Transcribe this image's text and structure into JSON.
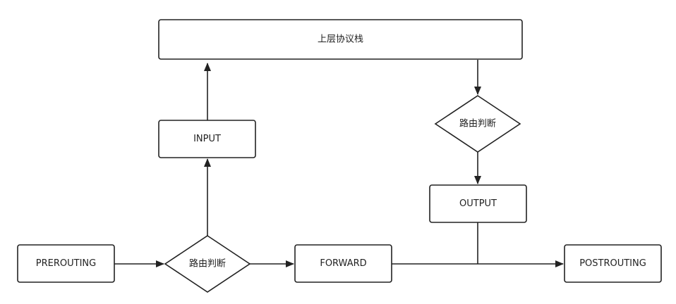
{
  "diagram": {
    "nodes": {
      "upper_stack": "上层协议栈",
      "route_decision_output": "路由判断",
      "input": "INPUT",
      "output": "OUTPUT",
      "prerouting": "PREROUTING",
      "route_decision_pre": "路由判断",
      "forward": "FORWARD",
      "postrouting": "POSTROUTING"
    },
    "edges": [
      {
        "from": "prerouting",
        "to": "route_decision_pre"
      },
      {
        "from": "route_decision_pre",
        "to": "input"
      },
      {
        "from": "input",
        "to": "upper_stack"
      },
      {
        "from": "upper_stack",
        "to": "route_decision_output"
      },
      {
        "from": "route_decision_output",
        "to": "output"
      },
      {
        "from": "route_decision_pre",
        "to": "forward"
      },
      {
        "from": "forward",
        "to": "postrouting"
      },
      {
        "from": "output",
        "to": "postrouting"
      }
    ]
  }
}
